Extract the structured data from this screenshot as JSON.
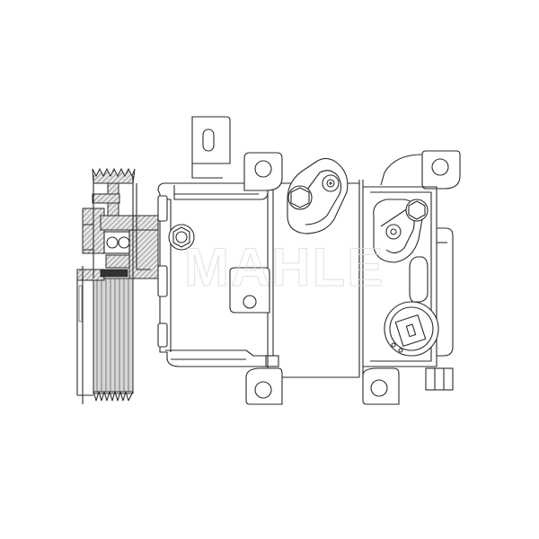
{
  "figure": {
    "subject": "AC compressor technical line drawing",
    "background_color": "#ffffff",
    "line_color": "#2a2a2a",
    "watermark": {
      "text": "MAHLE",
      "color": "#dedede"
    },
    "parts": [
      {
        "name": "pulley-clutch-assembly",
        "label": "Pulley / magnetic clutch (sectional view)"
      },
      {
        "name": "compressor-body",
        "label": "Compressor housing"
      },
      {
        "name": "rear-head",
        "label": "Rear head"
      },
      {
        "name": "port-fitting-front",
        "label": "Refrigerant port (suction)"
      },
      {
        "name": "port-fitting-rear",
        "label": "Refrigerant port (discharge)"
      },
      {
        "name": "control-valve-connector",
        "label": "Electrical connector"
      },
      {
        "name": "mounting-ears",
        "label": "Mounting ears"
      },
      {
        "name": "mounting-bracket-tab",
        "label": "Bracket tab with slot"
      }
    ]
  }
}
